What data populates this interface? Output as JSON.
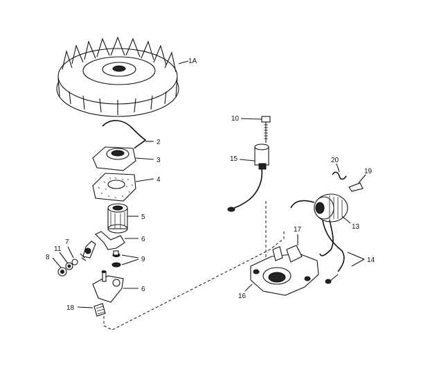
{
  "labels": {
    "flywheel": "1A",
    "spring_clip": "2",
    "cup_washer": "3",
    "gasket": "4",
    "bushing": "5",
    "breaker_arm": "6",
    "breaker_plate": "6",
    "screw_7": "7",
    "screw_8": "8",
    "washers": "9",
    "top_screw": "10",
    "washer_11": "11",
    "coil": "13",
    "wires": "14",
    "condenser": "15",
    "bracket": "16",
    "bracket_top": "17",
    "felt": "18",
    "clip_19": "19",
    "spring_20": "20"
  }
}
